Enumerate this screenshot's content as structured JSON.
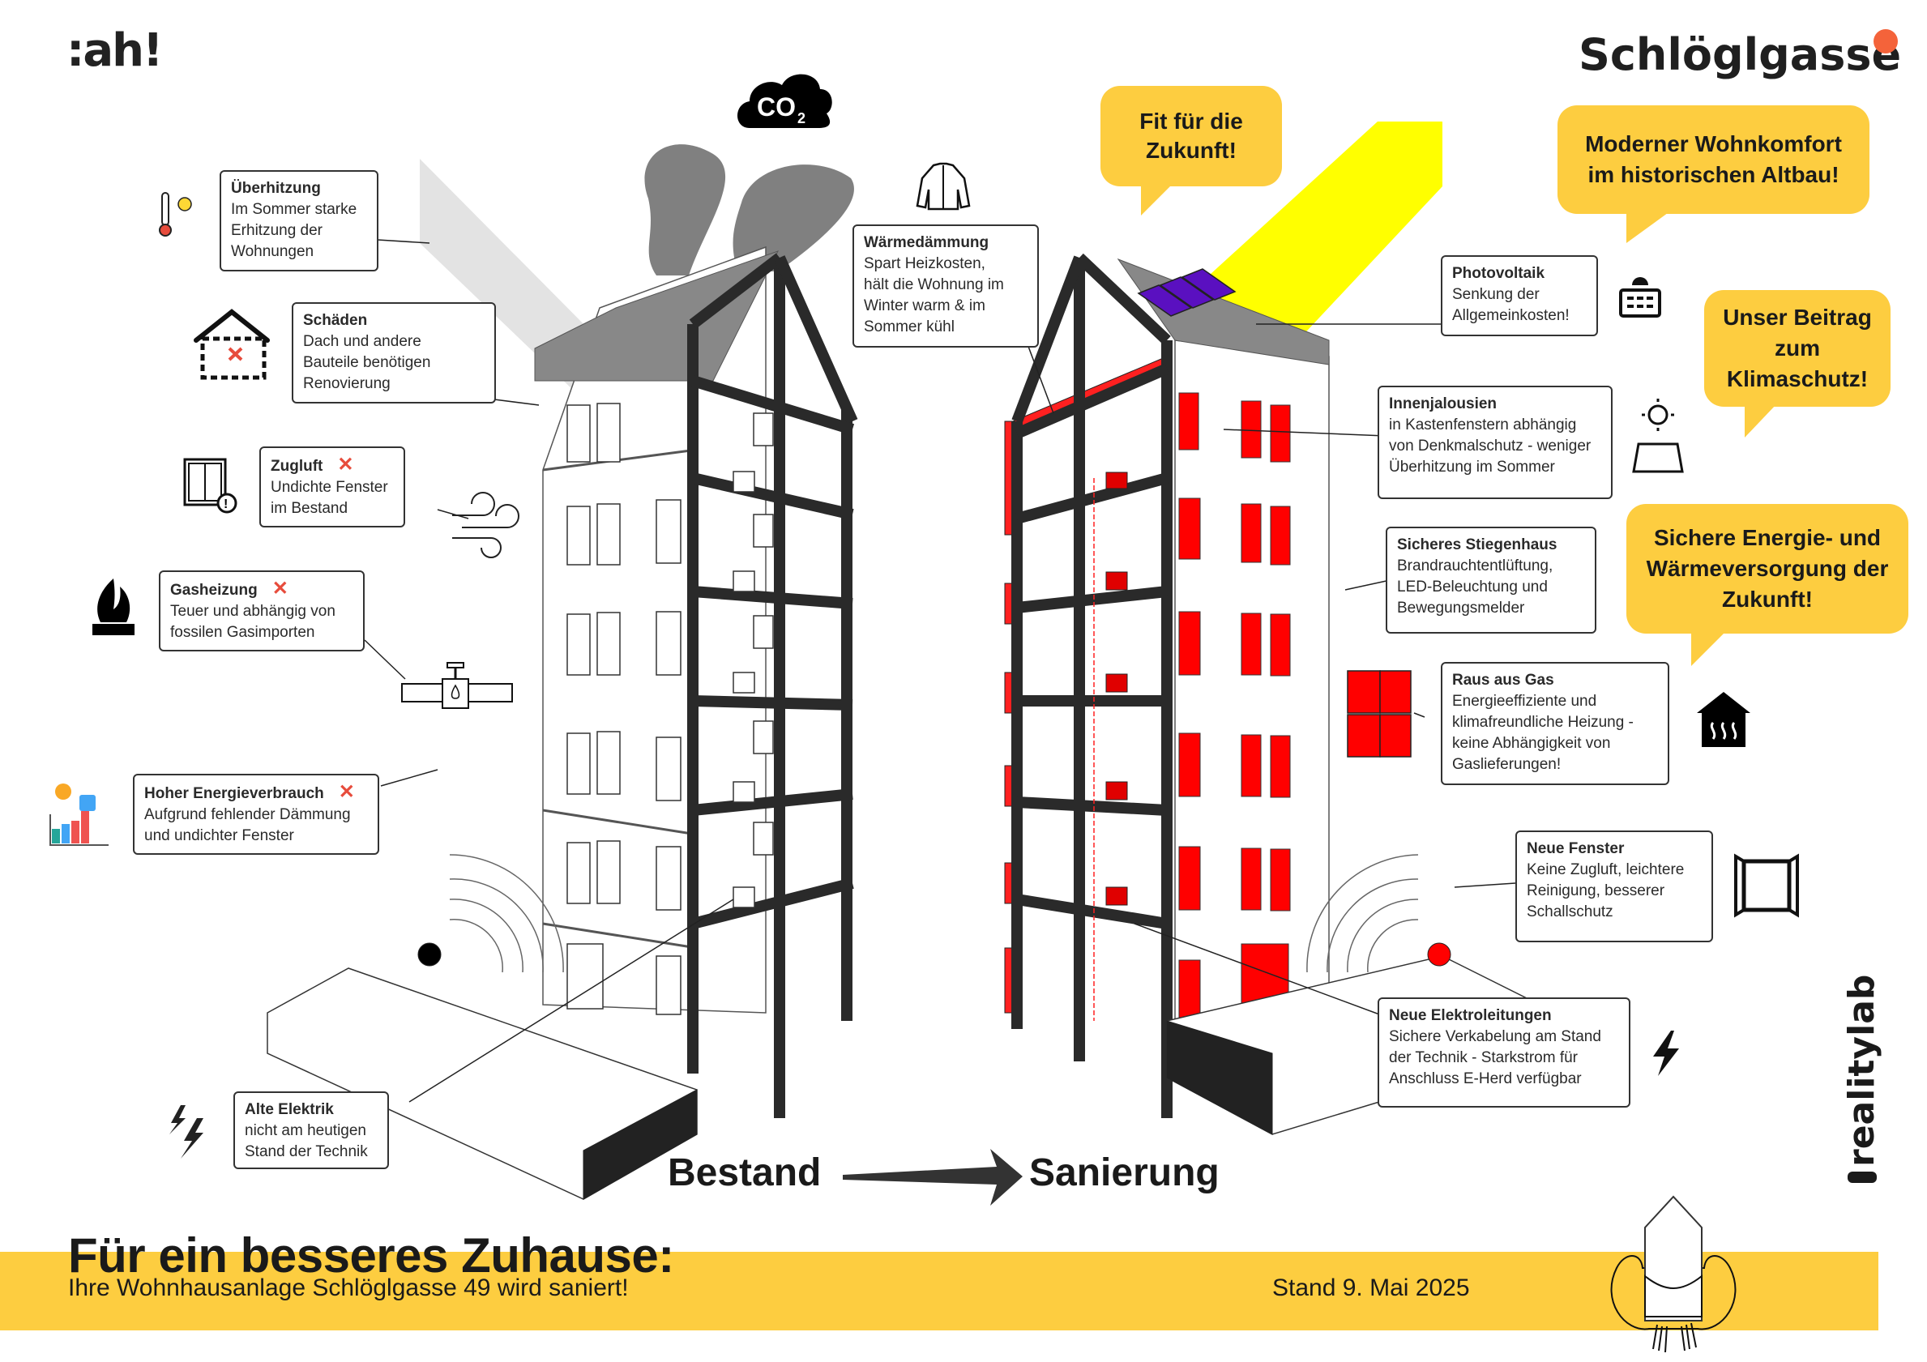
{
  "brand": {
    "logo_left": ":ah!",
    "logo_right_vertical": "realitylab",
    "title": "Schlöglgasse",
    "accent_color": "#f4633a",
    "yellow": "#fdcd40"
  },
  "bubbles": {
    "fit": "Fit für die\nZukunft!",
    "komfort": "Moderner Wohnkomfort\nim historischen Altbau!",
    "klima": "Unser Beitrag\nzum\nKlimaschutz!",
    "energie": "Sichere Energie- und\nWärmeversorgung der\nZukunft!"
  },
  "bestand_callouts": [
    {
      "title": "Überhitzung",
      "body": "Im Sommer starke\nErhitzung der\nWohnungen",
      "icon": "thermometer-sun-icon",
      "negative": false
    },
    {
      "title": "Schäden",
      "body": "Dach und andere\nBauteile benötigen\nRenovierung",
      "icon": "damaged-house-icon",
      "negative": false
    },
    {
      "title": "Zugluft",
      "body": "Undichte Fenster\nim Bestand",
      "icon": "broken-window-icon",
      "negative": true
    },
    {
      "title": "Gasheizung",
      "body": "Teuer und abhängig von\nfossilen Gasimporten",
      "icon": "gas-flame-icon",
      "negative": true
    },
    {
      "title": "Hoher Energieverbrauch",
      "body": "Aufgrund fehlender Dämmung\nund undichter Fenster",
      "icon": "energy-chart-icon",
      "negative": true
    },
    {
      "title": "Alte Elektrik",
      "body": "nicht am heutigen\nStand der Technik",
      "icon": "lightning-pair-icon",
      "negative": false
    }
  ],
  "sanierung_callouts": [
    {
      "title": "Wärmedämmung",
      "body": "Spart Heizkosten,\nhält die Wohnung im\nWinter warm & im\nSommer kühl",
      "icon": "jacket-icon"
    },
    {
      "title": "Photovoltaik",
      "body": "Senkung der\nAllgemeinkosten!",
      "icon": "solar-panel-icon"
    },
    {
      "title": "Innenjalousien",
      "body": "in Kastenfenstern abhängig\nvon Denkmalschutz - weniger\nÜberhitzung im Sommer",
      "icon": "sun-awning-icon"
    },
    {
      "title": "Sicheres Stiegenhaus",
      "body": "Brandrauchtentlüftung,\nLED-Beleuchtung und\nBewegungsmelder",
      "icon": ""
    },
    {
      "title": "Raus aus Gas",
      "body": "Energieeffiziente und\nklimafreundliche Heizung -\nkeine Abhängigkeit von\nGaslieferungen!",
      "icon": "heated-house-icon"
    },
    {
      "title": "Neue Fenster",
      "body": "Keine Zugluft, leichtere\nReinigung, besserer\nSchallschutz",
      "icon": "open-window-icon"
    },
    {
      "title": "Neue Elektroleitungen",
      "body": "Sichere Verkabelung am Stand\nder Technik - Starkstrom für\nAnschluss E-Herd verfügbar",
      "icon": "lightning-icon"
    }
  ],
  "co2_label": "CO",
  "co2_sub": "2",
  "flow": {
    "from": "Bestand",
    "to": "Sanierung"
  },
  "footer": {
    "headline": "Für ein besseres Zuhause:",
    "subline": "Ihre Wohnhausanlage Schlöglgasse 49 wird saniert!",
    "date": "Stand 9. Mai 2025"
  }
}
